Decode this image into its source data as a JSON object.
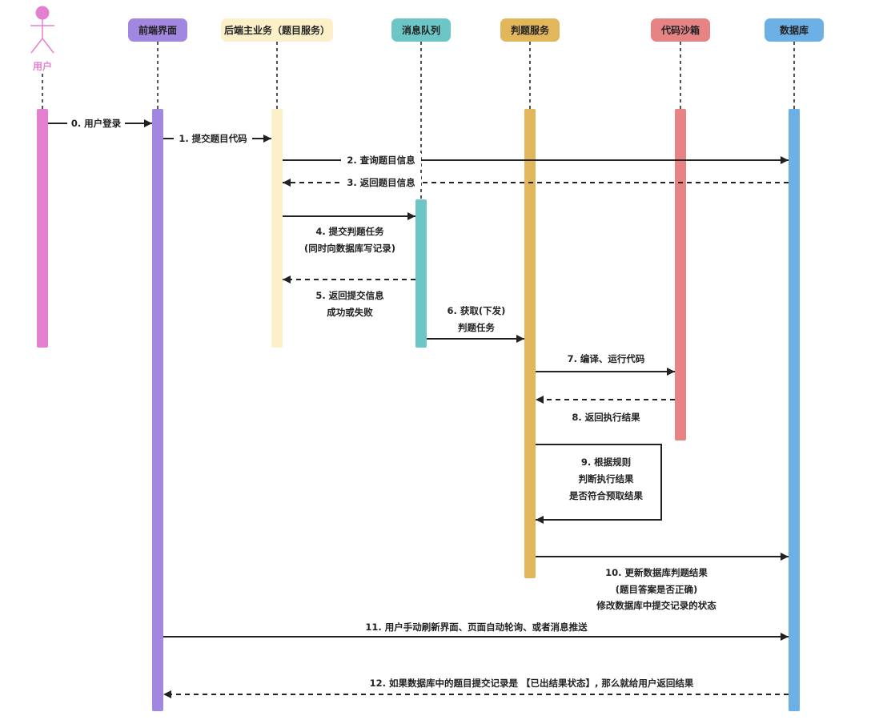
{
  "colors": {
    "actor": "#e580d0",
    "frontend": "#a287e0",
    "backend": "#fbf0c8",
    "queue": "#6cc6c6",
    "judge": "#e2b65a",
    "sandbox": "#e58385",
    "database": "#6cb0e6",
    "line": "#222222"
  },
  "actor": {
    "label": "用户",
    "icon": "stick-figure-icon"
  },
  "participants": [
    {
      "key": "frontend",
      "label": "前端界面"
    },
    {
      "key": "backend",
      "label": "后端主业务（题目服务）"
    },
    {
      "key": "queue",
      "label": "消息队列"
    },
    {
      "key": "judge",
      "label": "判题服务"
    },
    {
      "key": "sandbox",
      "label": "代码沙箱"
    },
    {
      "key": "database",
      "label": "数据库"
    }
  ],
  "messages": [
    {
      "from": "user",
      "to": "frontend",
      "style": "solid",
      "lines": [
        "0. 用户登录"
      ]
    },
    {
      "from": "frontend",
      "to": "backend",
      "style": "solid",
      "lines": [
        "1. 提交题目代码"
      ]
    },
    {
      "from": "backend",
      "to": "database",
      "style": "solid",
      "lines": [
        "2. 查询题目信息"
      ]
    },
    {
      "from": "database",
      "to": "backend",
      "style": "dashed",
      "lines": [
        "3. 返回题目信息"
      ]
    },
    {
      "from": "backend",
      "to": "queue",
      "style": "solid",
      "lines": [
        "4. 提交判题任务",
        "(同时向数据库写记录)"
      ]
    },
    {
      "from": "queue",
      "to": "backend",
      "style": "dashed",
      "lines": [
        "5. 返回提交信息",
        "成功或失败"
      ]
    },
    {
      "from": "queue",
      "to": "judge",
      "style": "solid",
      "lines": [
        "6. 获取(下发)",
        "判题任务"
      ]
    },
    {
      "from": "judge",
      "to": "sandbox",
      "style": "solid",
      "lines": [
        "7. 编译、运行代码"
      ]
    },
    {
      "from": "sandbox",
      "to": "judge",
      "style": "dashed",
      "lines": [
        "8. 返回执行结果"
      ]
    },
    {
      "from": "judge",
      "to": "judge",
      "style": "solid",
      "lines": [
        "9. 根据规则",
        "判断执行结果",
        "是否符合预取结果"
      ]
    },
    {
      "from": "judge",
      "to": "database",
      "style": "solid",
      "lines": [
        "10. 更新数据库判题结果",
        "(题目答案是否正确)",
        "修改数据库中提交记录的状态"
      ]
    },
    {
      "from": "frontend",
      "to": "database",
      "style": "solid",
      "lines": [
        "11. 用户手动刷新界面、页面自动轮询、或者消息推送"
      ]
    },
    {
      "from": "database",
      "to": "frontend",
      "style": "dashed",
      "lines": [
        "12. 如果数据库中的题目提交记录是 【已出结果状态】, 那么就给用户返回结果"
      ]
    }
  ]
}
